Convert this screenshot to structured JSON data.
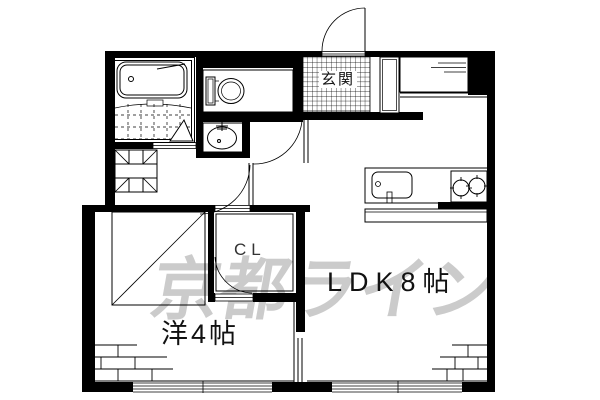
{
  "floorplan": {
    "type": "japanese-apartment-madori",
    "watermark": {
      "text": "京都ライン",
      "color": "#cbcbcb"
    },
    "rooms": {
      "entrance": {
        "label": "玄関"
      },
      "ldk": {
        "label": "LDK8帖",
        "size_tatami": 8
      },
      "western_room": {
        "label": "洋4帖",
        "size_tatami": 4
      },
      "closet": {
        "label": "CL"
      }
    },
    "fixtures": [
      "bathtub-icon",
      "bath-tile-floor",
      "bath-folding-door-icon",
      "toilet-icon",
      "washbasin-icon",
      "washing-machine-pan-icon",
      "kitchen-sink-icon",
      "stove-two-burner-icon",
      "shoe-cabinet-icon",
      "entrance-shelf-icon",
      "entrance-door-swing",
      "hall-door-swing",
      "room-door-swing",
      "closet-door-swing",
      "window-south-west",
      "window-south-east",
      "brick-corner-left",
      "brick-corner-right",
      "loft-diagonal-area"
    ],
    "colors": {
      "wall": "#000000",
      "background": "#ffffff",
      "watermark": "#cbcbcb"
    }
  }
}
